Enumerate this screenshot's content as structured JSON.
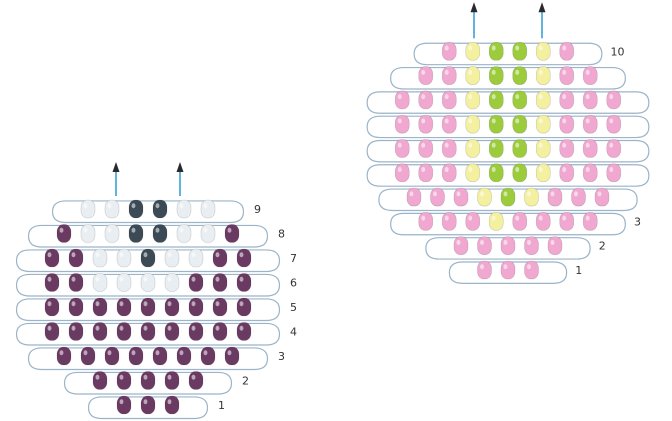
{
  "colors": {
    "thread": "#9bb4c8",
    "arrow_up": "#2a2a2a",
    "arrow_shaft": "#3aa0d8",
    "dark_purple": "#6b3a63",
    "dark_slate": "#3b4a54",
    "white_bead": "#e8eef2",
    "pink": "#f0a8d0",
    "yellow": "#f3f0a0",
    "green": "#9ccc3c"
  },
  "diagrams": [
    {
      "id": "left",
      "label_row_numbers": [
        "1",
        "2",
        "3",
        "4",
        "5",
        "6",
        "7",
        "8",
        "9"
      ],
      "rows": [
        [
          "dark_purple",
          "dark_purple",
          "dark_purple"
        ],
        [
          "dark_purple",
          "dark_purple",
          "dark_purple",
          "dark_purple",
          "dark_purple"
        ],
        [
          "dark_purple",
          "dark_purple",
          "dark_purple",
          "dark_purple",
          "dark_purple",
          "dark_purple",
          "dark_purple",
          "dark_purple"
        ],
        [
          "dark_purple",
          "dark_purple",
          "dark_purple",
          "dark_purple",
          "dark_purple",
          "dark_purple",
          "dark_purple",
          "dark_purple",
          "dark_purple"
        ],
        [
          "dark_purple",
          "dark_purple",
          "dark_purple",
          "dark_purple",
          "dark_purple",
          "dark_purple",
          "dark_purple",
          "dark_purple",
          "dark_purple"
        ],
        [
          "dark_purple",
          "dark_purple",
          "white_bead",
          "white_bead",
          "white_bead",
          "white_bead",
          "dark_purple",
          "dark_purple",
          "dark_purple"
        ],
        [
          "dark_purple",
          "dark_purple",
          "white_bead",
          "white_bead",
          "dark_slate",
          "white_bead",
          "white_bead",
          "dark_purple",
          "dark_purple"
        ],
        [
          "dark_purple",
          "white_bead",
          "white_bead",
          "dark_slate",
          "dark_slate",
          "white_bead",
          "white_bead",
          "dark_purple"
        ],
        [
          "white_bead",
          "white_bead",
          "dark_slate",
          "dark_slate",
          "white_bead",
          "white_bead"
        ]
      ]
    },
    {
      "id": "right",
      "label_row_numbers": [
        "1",
        "2",
        "3",
        "10"
      ],
      "rows": [
        [
          "pink",
          "pink",
          "pink"
        ],
        [
          "pink",
          "pink",
          "pink",
          "pink",
          "pink"
        ],
        [
          "pink",
          "pink",
          "pink",
          "yellow",
          "pink",
          "pink",
          "pink",
          "pink"
        ],
        [
          "pink",
          "pink",
          "pink",
          "yellow",
          "green",
          "yellow",
          "pink",
          "pink",
          "pink"
        ],
        [
          "pink",
          "pink",
          "pink",
          "yellow",
          "green",
          "green",
          "yellow",
          "pink",
          "pink",
          "pink"
        ],
        [
          "pink",
          "pink",
          "pink",
          "yellow",
          "green",
          "green",
          "yellow",
          "pink",
          "pink",
          "pink"
        ],
        [
          "pink",
          "pink",
          "pink",
          "yellow",
          "green",
          "green",
          "yellow",
          "pink",
          "pink",
          "pink"
        ],
        [
          "pink",
          "pink",
          "pink",
          "yellow",
          "green",
          "green",
          "yellow",
          "pink",
          "pink",
          "pink"
        ],
        [
          "pink",
          "pink",
          "yellow",
          "green",
          "green",
          "yellow",
          "pink",
          "pink"
        ],
        [
          "pink",
          "yellow",
          "green",
          "green",
          "yellow",
          "pink"
        ]
      ]
    }
  ]
}
